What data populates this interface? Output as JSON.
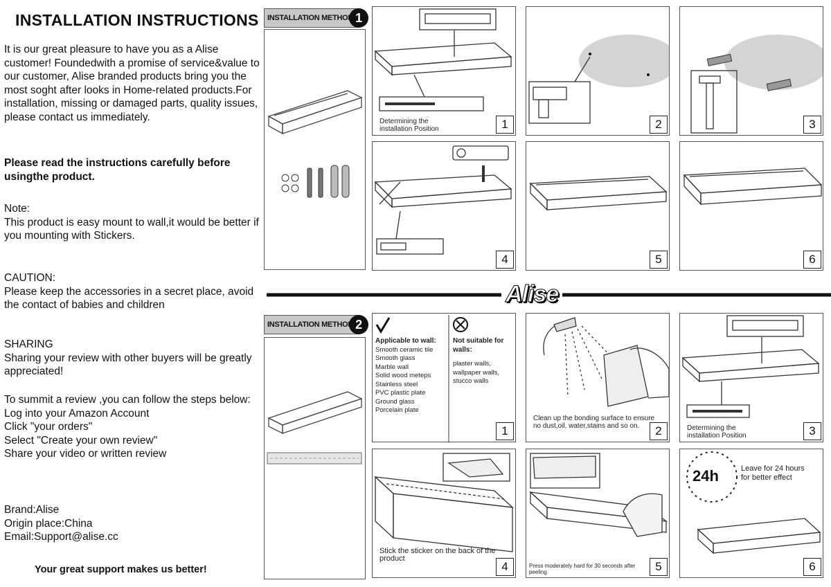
{
  "left": {
    "title": "INSTALLATION INSTRUCTIONS",
    "intro": "It is our great pleasure to have you as a Alise customer! Foundedwith a promise of service&value to our customer, Alise branded products bring you the most soght after looks in Home-related products.For installation, missing or damaged parts, quality issues, please contact us immediately.",
    "read": "Please read the instructions carefully before usingthe product.",
    "note": "Note:\nThis product is easy mount to wall,it would be better if you mounting with Stickers.",
    "caution": "CAUTION:\nPlease keep the accessories in a secret place, avoid the contact of babies and children",
    "sharing": "SHARING\nSharing your review with other buyers will be greatly appreciated!",
    "review": "To summit a review ,you can follow the steps below:\nLog into your Amazon Account\nClick \"your orders\"\nSelect \"Create your own review\"\nShare your video or written review",
    "brand": "Brand:Alise\nOrigin place:China\nEmail:Support@alise.cc",
    "footer": "Your great support makes us better!"
  },
  "logo": "Alise",
  "method1": {
    "label": "INSTALLATION METHOD",
    "number": "1",
    "steps": [
      {
        "number": "1",
        "caption": "Determining the installation Position"
      },
      {
        "number": "2",
        "caption": ""
      },
      {
        "number": "3",
        "caption": ""
      },
      {
        "number": "4",
        "caption": ""
      },
      {
        "number": "5",
        "caption": ""
      },
      {
        "number": "6",
        "caption": ""
      }
    ]
  },
  "method2": {
    "label": "INSTALLATION METHOD",
    "number": "2",
    "applicable_title": "Applicable to wall:",
    "applicable": [
      "Smooth ceramic tile",
      "Smooth glass",
      "Marble wall",
      "Solid wood meteps",
      "Stainless steel",
      "PVC plastic plate",
      "Ground glass",
      "Porcelain plate"
    ],
    "not_title": "Not suitable for walls:",
    "not_suitable": [
      "plaster walls,",
      "wallpaper walls,",
      "stucco walls"
    ],
    "steps": [
      {
        "number": "1",
        "caption": ""
      },
      {
        "number": "2",
        "caption": "Clean up the bonding surface to ensure no dust,oil, water,stains and so on."
      },
      {
        "number": "3",
        "caption": "Determining the installation Position"
      },
      {
        "number": "4",
        "caption": "Stick the sticker on the back of the product"
      },
      {
        "number": "5",
        "caption": "Press moderately hard for 30 seconds after peeling"
      },
      {
        "number": "6",
        "caption": "Leave for 24 hours for better effect"
      }
    ],
    "timer": "24h"
  }
}
